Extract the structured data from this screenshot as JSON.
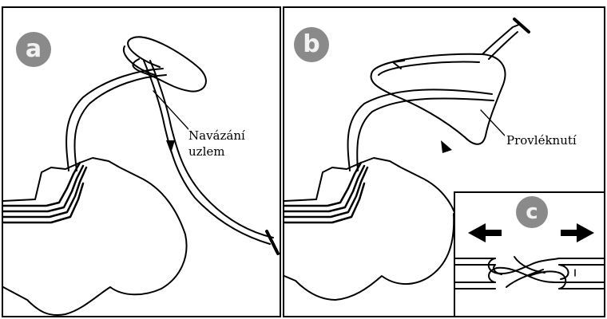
{
  "panels": [
    {
      "badge": "a",
      "callout_lines": [
        "Navázání",
        "uzlem"
      ]
    },
    {
      "badge": "b",
      "callout_lines": [
        "Provléknutí"
      ]
    },
    {
      "badge": "c"
    }
  ]
}
